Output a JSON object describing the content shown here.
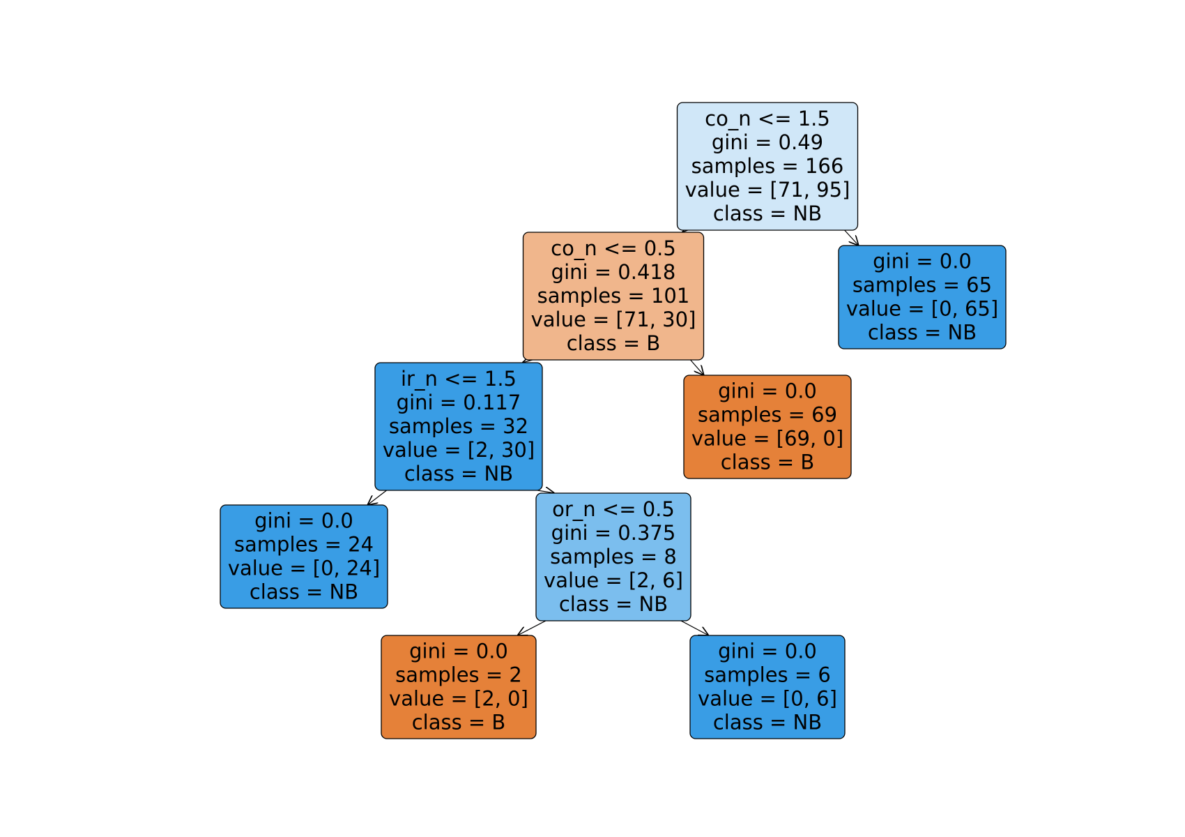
{
  "colors": {
    "class_B_pure": "#e58139",
    "class_B_light": "#f0b68c",
    "class_NB_pure": "#399de5",
    "class_NB_medium": "#7bbeee",
    "class_NB_light": "#d0e7f8"
  },
  "nodes": [
    {
      "id": "root",
      "lines": [
        "co_n <= 1.5",
        "gini = 0.49",
        "samples = 166",
        "value = [71, 95]",
        "class = NB"
      ],
      "fill": "class_NB_light"
    },
    {
      "id": "n1",
      "lines": [
        "co_n <= 0.5",
        "gini = 0.418",
        "samples = 101",
        "value = [71, 30]",
        "class = B"
      ],
      "fill": "class_B_light"
    },
    {
      "id": "n2",
      "lines": [
        "gini = 0.0",
        "samples = 65",
        "value = [0, 65]",
        "class = NB"
      ],
      "fill": "class_NB_pure"
    },
    {
      "id": "n3",
      "lines": [
        "ir_n <= 1.5",
        "gini = 0.117",
        "samples = 32",
        "value = [2, 30]",
        "class = NB"
      ],
      "fill": "class_NB_pure"
    },
    {
      "id": "n4",
      "lines": [
        "gini = 0.0",
        "samples = 69",
        "value = [69, 0]",
        "class = B"
      ],
      "fill": "class_B_pure"
    },
    {
      "id": "n5",
      "lines": [
        "gini = 0.0",
        "samples = 24",
        "value = [0, 24]",
        "class = NB"
      ],
      "fill": "class_NB_pure"
    },
    {
      "id": "n6",
      "lines": [
        "or_n <= 0.5",
        "gini = 0.375",
        "samples = 8",
        "value = [2, 6]",
        "class = NB"
      ],
      "fill": "class_NB_medium"
    },
    {
      "id": "n7",
      "lines": [
        "gini = 0.0",
        "samples = 2",
        "value = [2, 0]",
        "class = B"
      ],
      "fill": "class_B_pure"
    },
    {
      "id": "n8",
      "lines": [
        "gini = 0.0",
        "samples = 6",
        "value = [0, 6]",
        "class = NB"
      ],
      "fill": "class_NB_pure"
    }
  ],
  "edges": [
    {
      "from": "root",
      "to": "n1"
    },
    {
      "from": "root",
      "to": "n2"
    },
    {
      "from": "n1",
      "to": "n3"
    },
    {
      "from": "n1",
      "to": "n4"
    },
    {
      "from": "n3",
      "to": "n5"
    },
    {
      "from": "n3",
      "to": "n6"
    },
    {
      "from": "n6",
      "to": "n7"
    },
    {
      "from": "n6",
      "to": "n8"
    }
  ]
}
